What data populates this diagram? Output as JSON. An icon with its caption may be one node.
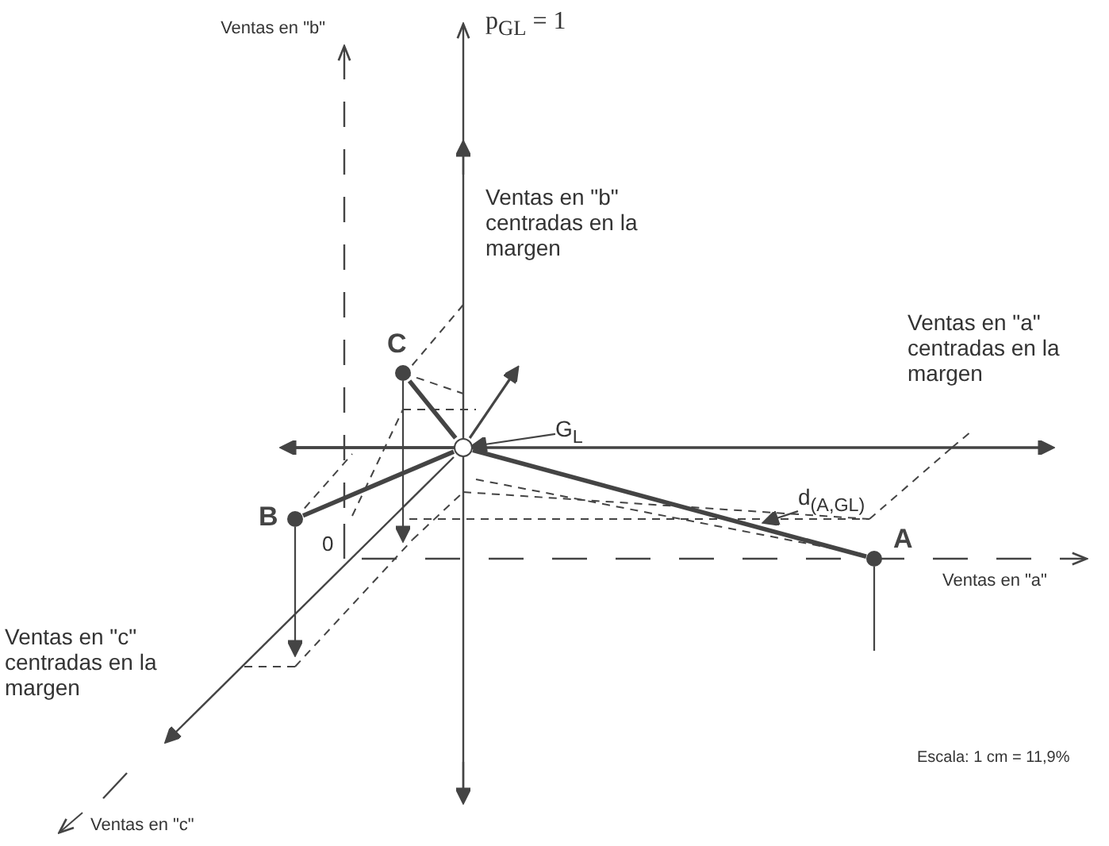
{
  "diagram": {
    "nodes": [
      {
        "text": [],
        "shape": "circle",
        "beside": [
          "C"
        ]
      },
      {
        "text": [],
        "shape": "circle"
      },
      {
        "text": [
          "G$_{L}$"
        ]
      },
      {
        "text": [],
        "shape": "circle",
        "beside": [
          "B"
        ]
      },
      {
        "text": [],
        "shape": "circle",
        "beside": [
          "A"
        ]
      },
      {
        "text": [
          "d$_{(A,G}$$_{L}$$_{)}$"
        ]
      }
    ],
    "edges": [
      {
        "from": 1,
        "to": 0,
        "arrow": "none",
        "style": "thick"
      },
      {
        "from": 2,
        "to": 1,
        "arrow": "to"
      },
      {
        "from": 1,
        "to": 3,
        "arrow": "none",
        "style": "thick"
      },
      {
        "from": 1,
        "to": 4,
        "arrow": "none",
        "style": "thick"
      },
      {
        "from": 5,
        "to": null,
        "arrow": "to"
      },
      {
        "from": 0,
        "to": null,
        "arrow": "to"
      },
      {
        "from": 3,
        "to": null,
        "arrow": "to"
      },
      {
        "from": 4,
        "to": null,
        "arrow": "none"
      },
      {
        "from": 1,
        "to": null,
        "arrow": "to"
      }
    ],
    "labels": [
      "Ventas en \"b\"",
      "p$_{GL}$ = 1",
      "Ventas en \"b\" centradas en la margen",
      "Ventas en \"a\" centradas en la margen",
      "0",
      "Ventas en \"a\"",
      "Ventas en \"c\" centradas en la margen",
      "Ventas en \"c\"",
      "Escala: 1 cm = 11,9%"
    ]
  }
}
